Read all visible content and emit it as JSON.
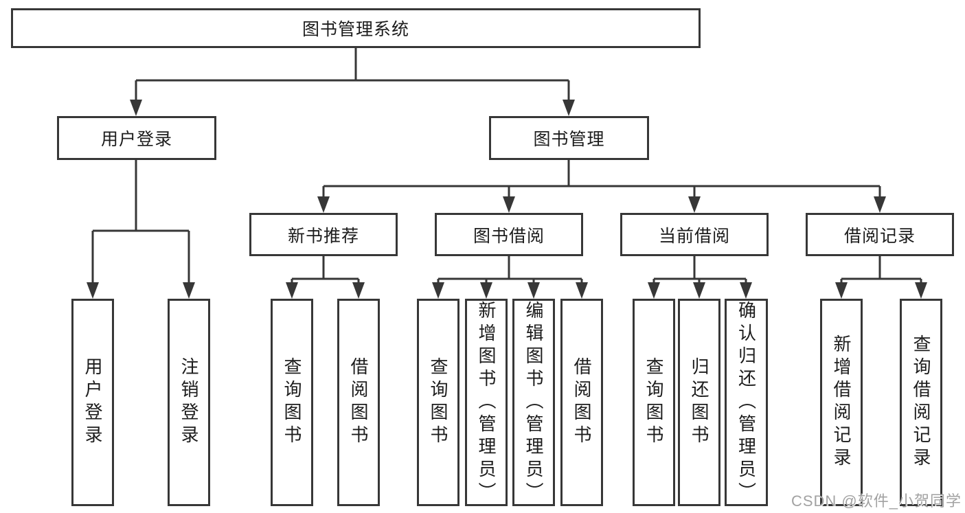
{
  "diagram": {
    "nodes": {
      "root": {
        "label": "图书管理系统"
      },
      "level2": [
        {
          "label": "用户登录"
        },
        {
          "label": "图书管理"
        }
      ],
      "level3": [
        {
          "label": "新书推荐",
          "parent": "图书管理"
        },
        {
          "label": "图书借阅",
          "parent": "图书管理"
        },
        {
          "label": "当前借阅",
          "parent": "图书管理"
        },
        {
          "label": "借阅记录",
          "parent": "图书管理"
        }
      ],
      "leaves": [
        {
          "label": "用户登录",
          "parent": "用户登录"
        },
        {
          "label": "注销登录",
          "parent": "用户登录"
        },
        {
          "label": "查询图书",
          "parent": "新书推荐"
        },
        {
          "label": "借阅图书",
          "parent": "新书推荐"
        },
        {
          "label": "查询图书",
          "parent": "图书借阅"
        },
        {
          "label": "新增图书（管理员）",
          "parent": "图书借阅"
        },
        {
          "label": "编辑图书（管理员）",
          "parent": "图书借阅"
        },
        {
          "label": "借阅图书",
          "parent": "图书借阅"
        },
        {
          "label": "查询图书",
          "parent": "当前借阅"
        },
        {
          "label": "归还图书",
          "parent": "当前借阅"
        },
        {
          "label": "确认归还（管理员）",
          "parent": "当前借阅"
        },
        {
          "label": "新增借阅记录",
          "parent": "借阅记录"
        },
        {
          "label": "查询借阅记录",
          "parent": "借阅记录"
        }
      ]
    },
    "colors": {
      "line": "#373737",
      "text": "#1c1c1c",
      "background": "#ffffff",
      "watermark": "#a2a2a2"
    }
  },
  "watermark": {
    "text": "CSDN @软件_小贺同学"
  }
}
